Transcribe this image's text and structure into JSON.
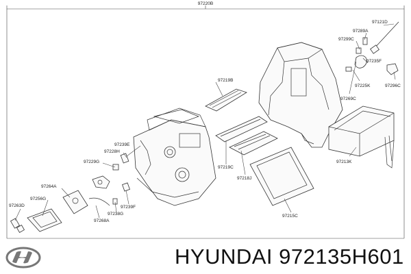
{
  "labels": {
    "top": "97220B",
    "l97121D": "97121D",
    "l97289A": "97289A",
    "l97299C": "97299C",
    "l97235F": "97235F",
    "l97225K": "97225K",
    "l97296C": "97296C",
    "l97269C": "97269C",
    "l97219B": "97219B",
    "l97213K": "97213K",
    "l97239E": "97239E",
    "l97228H": "97228H",
    "l97229G": "97229G",
    "l97219C": "97219C",
    "l97218J": "97218J",
    "l97264A": "97264A",
    "l97256G": "97256G",
    "l97263D": "97263D",
    "l97238G": "97238G",
    "l97239F": "97239F",
    "l97268A": "97268A",
    "l97215C": "97215C"
  },
  "caption": "HYUNDAI 972135H601",
  "logo_icon": "hyundai-logo"
}
